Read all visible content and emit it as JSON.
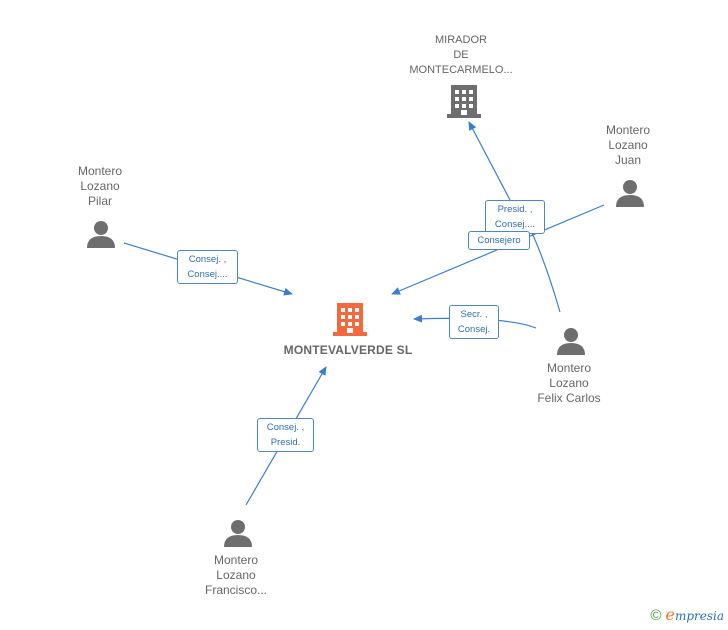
{
  "center": {
    "name": "MONTEVALVERDE SL",
    "accent": "#f26a3d"
  },
  "company": {
    "lines": [
      "MIRADOR",
      "DE",
      "MONTECARMELO..."
    ],
    "color": "#6e6e6e"
  },
  "persons": {
    "pilar": {
      "lines": [
        "Montero",
        "Lozano",
        "Pilar"
      ]
    },
    "juan": {
      "lines": [
        "Montero",
        "Lozano",
        "Juan"
      ]
    },
    "felix": {
      "lines": [
        "Montero",
        "Lozano",
        "Felix Carlos"
      ]
    },
    "francisco": {
      "lines": [
        "Montero",
        "Lozano",
        "Francisco..."
      ]
    }
  },
  "roles": {
    "pilar_center": [
      "Consej. ,",
      "Consej...."
    ],
    "juan_company": [
      "Presid. ,",
      "Consej...."
    ],
    "juan_center": [
      "Consejero"
    ],
    "felix_center": [
      "Secr. ,",
      "Consej."
    ],
    "francisco_center": [
      "Consej. ,",
      "Presid."
    ]
  },
  "footer": {
    "copyright": "©",
    "brand_first": "e",
    "brand_rest": "mpresia"
  },
  "colors": {
    "edge": "#3a7fcf",
    "person": "#6e6e6e",
    "label": "#666666"
  }
}
